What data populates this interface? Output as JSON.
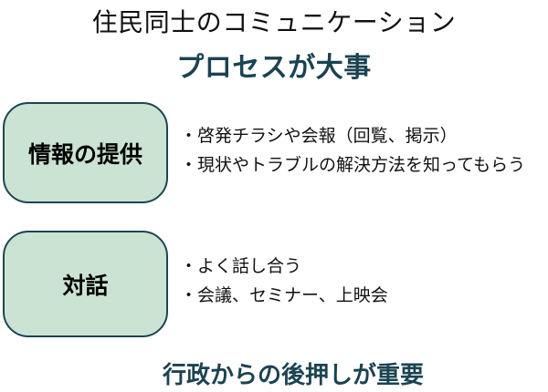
{
  "page": {
    "background": "#ffffff",
    "colors": {
      "accent_teal": "#1b4351",
      "box_fill": "#cbe3d3",
      "box_border": "#1e4554",
      "title_black": "#111111"
    }
  },
  "header": {
    "title": "住民同士のコミュニケーション",
    "subtitle": "プロセスが大事"
  },
  "rows": [
    {
      "box_label": "情報の提供",
      "bullets": [
        "・啓発チラシや会報（回覧、掲示）",
        "・現状やトラブルの解決方法を知ってもらう"
      ]
    },
    {
      "box_label": "対話",
      "bullets": [
        "・よく話し合う",
        "・会議、セミナー、上映会"
      ]
    }
  ],
  "footer": {
    "note": "行政からの後押しが重要"
  }
}
